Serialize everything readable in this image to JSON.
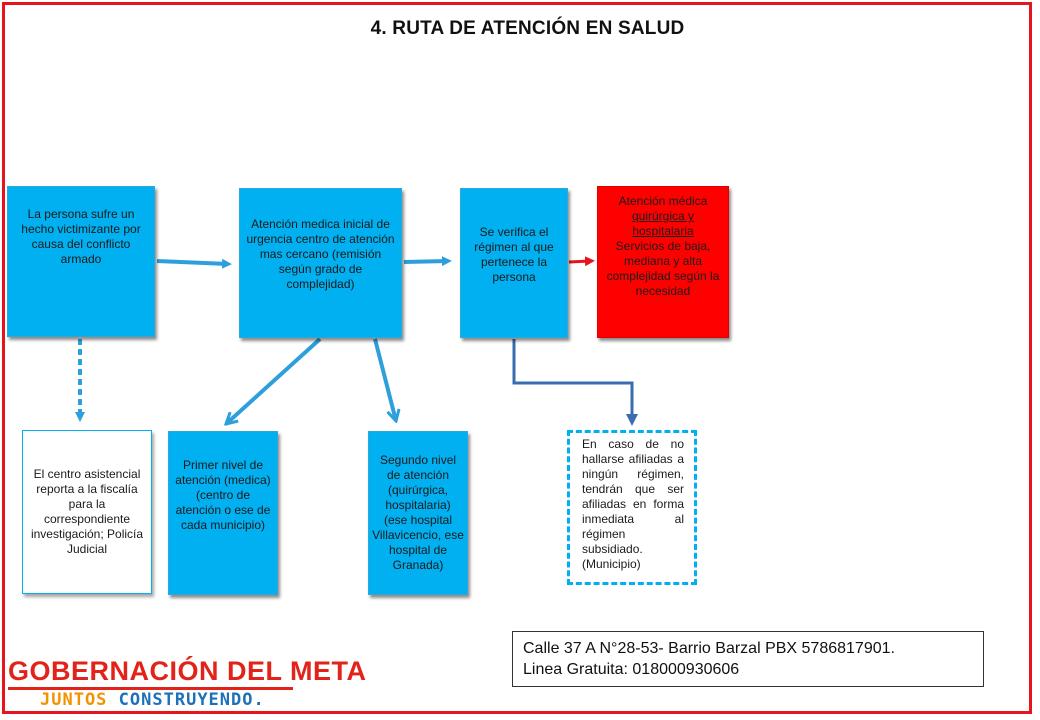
{
  "title": "4. RUTA DE ATENCIÓN EN SALUD",
  "boxes": {
    "victim": "La persona sufre  un hecho victimizante por causa del conflicto armado",
    "initial_care": "Atención medica inicial de urgencia centro de atención mas cercano (remisión según grado de complejidad)",
    "verify_regime": "Se verifica el régimen al que pertenece la persona",
    "surgical_care_title": "Atención médica",
    "surgical_care_underlined": "quirúrgica y hospitalaria",
    "surgical_care_rest": "Servicios de baja, mediana y alta complejidad según la necesidad",
    "report": "El centro asistencial reporta a la fiscalía para la correspondiente investigación; Policía Judicial",
    "first_level": "Primer nivel de atención (medica) (centro de atención o ese de cada municipio)",
    "second_level": "Segundo nivel de atención (quirúrgica, hospitalaria) (ese hospital Villavicencio, ese hospital de Granada)",
    "no_regime": " En caso de no hallarse afiliadas a ningún régimen, tendrán que ser afiliadas en forma inmediata al régimen subsidiado. (Municipio)"
  },
  "address": {
    "line1": "Calle 37 A N°28-53- Barrio Barzal PBX 5786817901.",
    "line2": "Linea Gratuita: 018000930606"
  },
  "logo": {
    "main": "GOBERNACIÓN DEL META",
    "sub_part1": "JUNTOS",
    "sub_part2": "CONSTRUYENDO."
  },
  "colors": {
    "frame": "#e8141b",
    "box_blue": "#00b0f0",
    "box_red": "#ff0000",
    "arrow_blue": "#2e9fdc",
    "arrow_dark_blue": "#3a6db0",
    "arrow_red": "#e8141b"
  }
}
